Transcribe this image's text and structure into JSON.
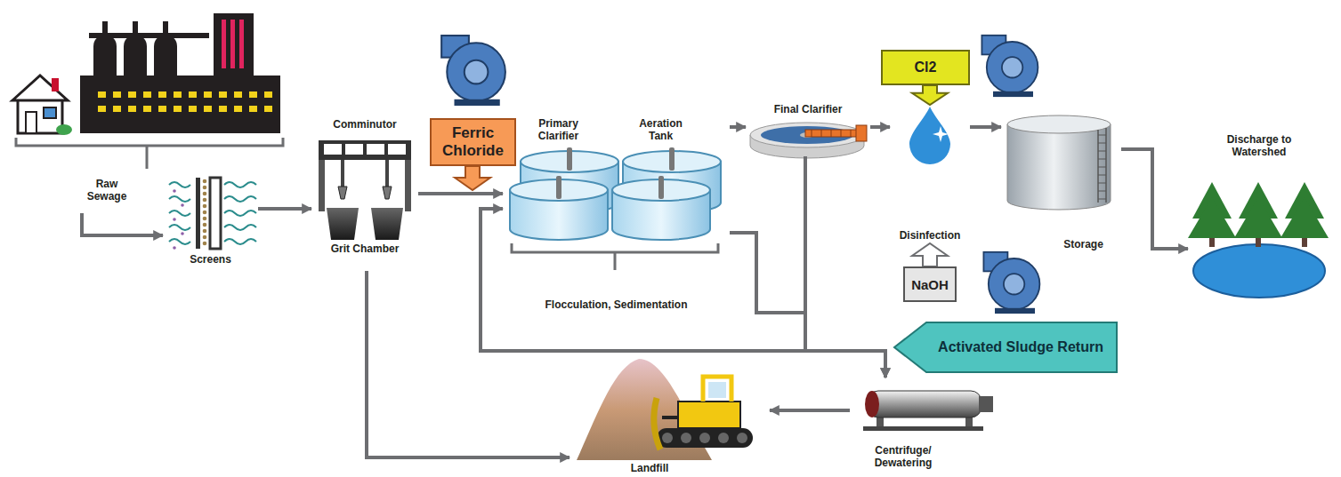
{
  "diagram": {
    "nodes": [
      {
        "text": [
          "Raw Sewage"
        ]
      },
      {
        "text": [
          "Screens"
        ]
      },
      {
        "text": [
          "Comminutor",
          "Grit Chamber"
        ]
      },
      {
        "text": [
          "Ferric Chloride"
        ]
      },
      {
        "text": [
          "Primary Clarifier",
          "Aeration Tank",
          "Flocculation, Sedimentation"
        ]
      },
      {
        "text": [
          "Final Clarifier"
        ]
      },
      {
        "text": [
          "Cl2"
        ]
      },
      {
        "text": [
          "Disinfection"
        ]
      },
      {
        "text": [
          "NaOH"
        ]
      },
      {
        "text": [
          "Storage"
        ]
      },
      {
        "text": [
          "Discharge to Watershed"
        ]
      },
      {
        "text": [
          "Activated Sludge Return"
        ]
      },
      {
        "text": [
          "Landfill"
        ]
      },
      {
        "text": [
          "Centrifuge/ Dewatering"
        ]
      }
    ],
    "edges": [
      {
        "from": 0,
        "to": 1,
        "arrow": "to"
      },
      {
        "from": 1,
        "to": 2,
        "arrow": "to"
      },
      {
        "from": 2,
        "to": 4,
        "arrow": "to"
      },
      {
        "from": 3,
        "to": 4,
        "arrow": "to"
      },
      {
        "from": 4,
        "to": 5,
        "arrow": "to"
      },
      {
        "from": 5,
        "to": 7,
        "arrow": "to"
      },
      {
        "from": 6,
        "to": 7,
        "arrow": "to"
      },
      {
        "from": 8,
        "to": 7,
        "arrow": "to"
      },
      {
        "from": 7,
        "to": 9,
        "arrow": "to"
      },
      {
        "from": 9,
        "to": 10,
        "arrow": "to"
      },
      {
        "from": 4,
        "to": 13,
        "arrow": "to"
      },
      {
        "from": 5,
        "to": 13,
        "arrow": "to"
      },
      {
        "from": 5,
        "to": 4,
        "arrow": "to"
      },
      {
        "from": 13,
        "to": 12,
        "arrow": "to"
      },
      {
        "from": 2,
        "to": 12,
        "arrow": "to"
      }
    ]
  }
}
